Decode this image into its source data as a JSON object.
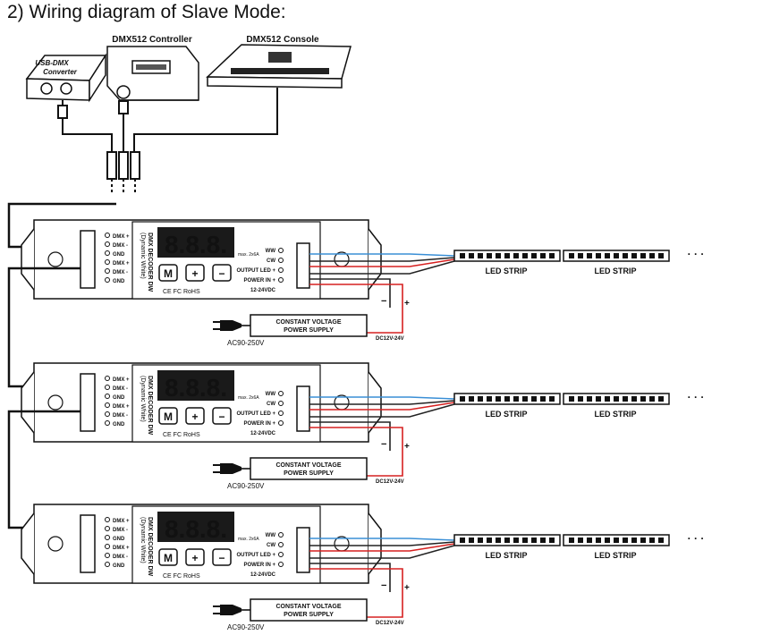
{
  "title": "2) Wiring diagram of Slave Mode:",
  "devices": {
    "usb_dmx_line1": "USB-DMX",
    "usb_dmx_line2": "Converter",
    "controller_label": "DMX512 Controller",
    "console_label": "DMX512 Console"
  },
  "decoder": {
    "name_line1": "DMX DECODER DW",
    "name_line2": "(Dynamic White)",
    "display": "8.8.8.",
    "buttons": [
      "M",
      "+",
      "−"
    ],
    "cert": "CE FC RoHS",
    "left_terminals": [
      "DMX +",
      "DMX -",
      "GND",
      "DMX +",
      "DMX -",
      "GND"
    ],
    "right_terminals": [
      "WW",
      "CW",
      "OUTPUT LED +",
      "POWER IN +",
      "12-24VDC"
    ],
    "max_rating": "max. 2x6A"
  },
  "power": {
    "supply_line1": "CONSTANT VOLTAGE",
    "supply_line2": "POWER SUPPLY",
    "ac_label": "AC90-250V",
    "dc_label": "DC12V-24V",
    "minus": "−",
    "plus": "+"
  },
  "strip": {
    "label": "LED STRIP",
    "ellipsis": "· · ·"
  },
  "colors": {
    "ww_wire": "#3a8fd6",
    "cw_wire": "#222222",
    "led_plus_wire": "#d62020",
    "ground_wire": "#222222",
    "display_bg": "#1a1a1a",
    "display_digits": "#e8e8e8"
  }
}
